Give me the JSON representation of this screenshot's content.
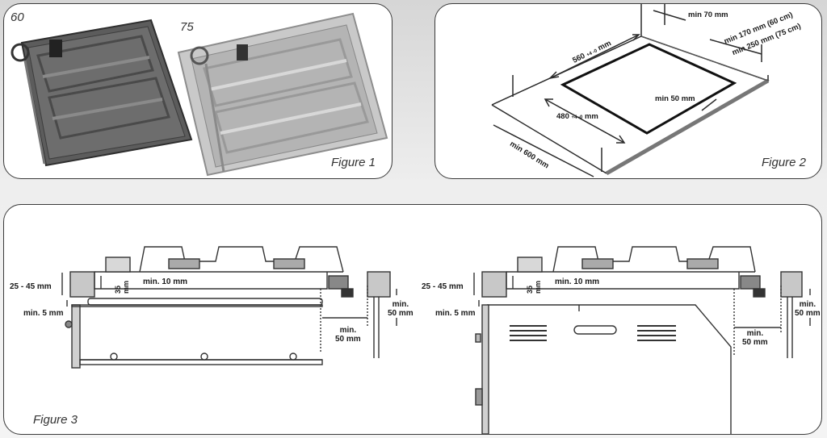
{
  "figure1": {
    "caption": "Figure 1",
    "size_left": "60",
    "size_right": "75"
  },
  "figure2": {
    "caption": "Figure 2",
    "dim_560": "560",
    "dim_560_tol": "+4\n-0",
    "dim_unit": "mm",
    "dim_480": "480",
    "dim_480_tol": "+4\n-0",
    "min_70": "min 70 mm",
    "min_170": "min 170 mm (60 cm)",
    "min_250": "min 250 mm (75 cm)",
    "min_50": "min 50 mm",
    "min_600": "min 600 mm"
  },
  "figure3": {
    "caption": "Figure 3",
    "left": {
      "range": "25 - 45 mm",
      "min5": "min. 5 mm",
      "h35": "35\nmm",
      "min10": "min. 10 mm",
      "min50_side_a": "min.",
      "min50_side_b": "50 mm",
      "min50_right_a": "min.",
      "min50_right_b": "50 mm"
    },
    "right": {
      "range": "25 - 45 mm",
      "min5": "min. 5 mm",
      "h35": "35\nmm",
      "min10": "min. 10 mm",
      "min50_side_a": "min.",
      "min50_side_b": "50 mm",
      "min50_right_a": "min.",
      "min50_right_b": "50 mm"
    }
  }
}
